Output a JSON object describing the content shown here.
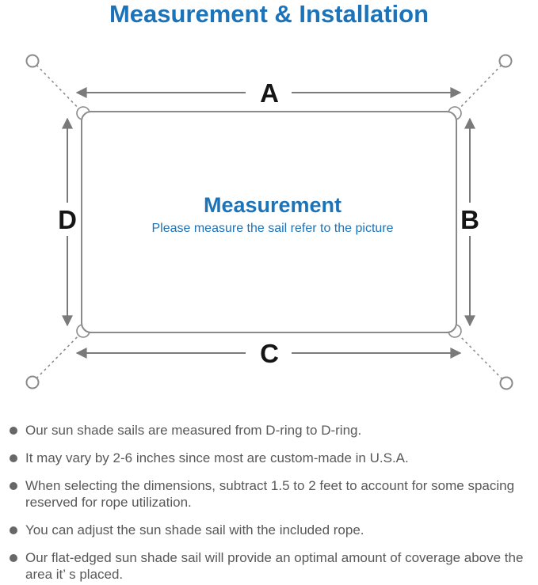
{
  "header": {
    "title": "Measurement & Installation"
  },
  "diagram": {
    "center": {
      "title": "Measurement",
      "subtitle": "Please measure the sail refer to the picture"
    },
    "labels": {
      "a": "A",
      "b": "B",
      "c": "C",
      "d": "D"
    },
    "colors": {
      "accent_blue": "#1b73ba",
      "line_gray": "#7f7f7f",
      "outline_gray": "#8a8a8a",
      "label_black": "#151515",
      "note_gray": "#585858"
    }
  },
  "notes": {
    "items": [
      "Our sun shade sails are measured from D-ring to D-ring.",
      "It may vary by 2-6 inches since most are custom-made in U.S.A.",
      "When selecting the dimensions, subtract 1.5 to 2 feet to account for some spacing reserved for rope utilization.",
      "You can adjust the sun shade sail with the included rope.",
      "Our flat-edged sun shade sail will provide an optimal amount of coverage above the area it’ s placed."
    ]
  }
}
